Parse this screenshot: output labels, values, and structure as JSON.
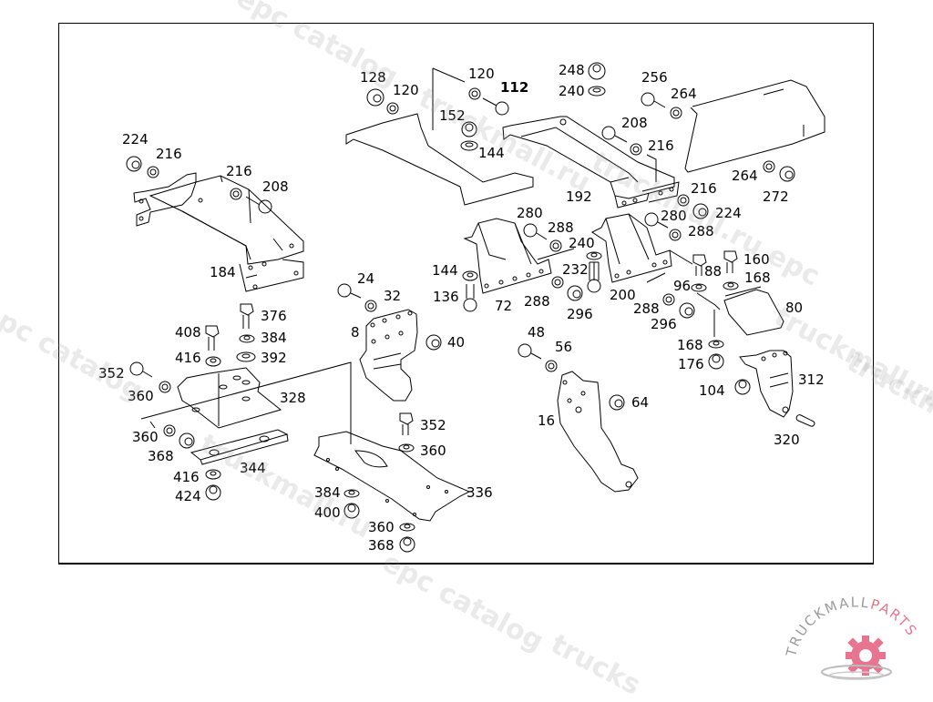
{
  "diagram": {
    "type": "exploded parts diagram",
    "subject": "engine/transmission mounting brackets and cross members",
    "callouts": [
      {
        "id": "c224a",
        "text": "224"
      },
      {
        "id": "c216a",
        "text": "216"
      },
      {
        "id": "c216b",
        "text": "216"
      },
      {
        "id": "c208a",
        "text": "208"
      },
      {
        "id": "c184",
        "text": "184"
      },
      {
        "id": "c128",
        "text": "128"
      },
      {
        "id": "c120a",
        "text": "120"
      },
      {
        "id": "c120b",
        "text": "120"
      },
      {
        "id": "c112",
        "text": "112"
      },
      {
        "id": "c152",
        "text": "152"
      },
      {
        "id": "c144a",
        "text": "144"
      },
      {
        "id": "c248",
        "text": "248"
      },
      {
        "id": "c240a",
        "text": "240"
      },
      {
        "id": "c256",
        "text": "256"
      },
      {
        "id": "c264a",
        "text": "264"
      },
      {
        "id": "c208b",
        "text": "208"
      },
      {
        "id": "c216c",
        "text": "216"
      },
      {
        "id": "c192",
        "text": "192"
      },
      {
        "id": "c264b",
        "text": "264"
      },
      {
        "id": "c272",
        "text": "272"
      },
      {
        "id": "c216d",
        "text": "216"
      },
      {
        "id": "c224b",
        "text": "224"
      },
      {
        "id": "c280a",
        "text": "280"
      },
      {
        "id": "c288a",
        "text": "288"
      },
      {
        "id": "c240b",
        "text": "240"
      },
      {
        "id": "c280b",
        "text": "280"
      },
      {
        "id": "c288b",
        "text": "288"
      },
      {
        "id": "c160",
        "text": "160"
      },
      {
        "id": "c144b",
        "text": "144"
      },
      {
        "id": "c232",
        "text": "232"
      },
      {
        "id": "c88",
        "text": "88"
      },
      {
        "id": "c168a",
        "text": "168"
      },
      {
        "id": "c136",
        "text": "136"
      },
      {
        "id": "c72",
        "text": "72"
      },
      {
        "id": "c288c",
        "text": "288"
      },
      {
        "id": "c296a",
        "text": "296"
      },
      {
        "id": "c200",
        "text": "200"
      },
      {
        "id": "c288d",
        "text": "288"
      },
      {
        "id": "c96",
        "text": "96"
      },
      {
        "id": "c296b",
        "text": "296"
      },
      {
        "id": "c80",
        "text": "80"
      },
      {
        "id": "c24",
        "text": "24"
      },
      {
        "id": "c32",
        "text": "32"
      },
      {
        "id": "c376",
        "text": "376"
      },
      {
        "id": "c408",
        "text": "408"
      },
      {
        "id": "c384a",
        "text": "384"
      },
      {
        "id": "c8",
        "text": "8"
      },
      {
        "id": "c40",
        "text": "40"
      },
      {
        "id": "c416a",
        "text": "416"
      },
      {
        "id": "c392",
        "text": "392"
      },
      {
        "id": "c352a",
        "text": "352"
      },
      {
        "id": "c360a",
        "text": "360"
      },
      {
        "id": "c328",
        "text": "328"
      },
      {
        "id": "c48",
        "text": "48"
      },
      {
        "id": "c56",
        "text": "56"
      },
      {
        "id": "c168b",
        "text": "168"
      },
      {
        "id": "c176",
        "text": "176"
      },
      {
        "id": "c312",
        "text": "312"
      },
      {
        "id": "c104",
        "text": "104"
      },
      {
        "id": "c64",
        "text": "64"
      },
      {
        "id": "c16",
        "text": "16"
      },
      {
        "id": "c352b",
        "text": "352"
      },
      {
        "id": "c360b",
        "text": "360"
      },
      {
        "id": "c368a",
        "text": "368"
      },
      {
        "id": "c360c",
        "text": "360"
      },
      {
        "id": "c344",
        "text": "344"
      },
      {
        "id": "c320",
        "text": "320"
      },
      {
        "id": "c416b",
        "text": "416"
      },
      {
        "id": "c424",
        "text": "424"
      },
      {
        "id": "c336",
        "text": "336"
      },
      {
        "id": "c384b",
        "text": "384"
      },
      {
        "id": "c400",
        "text": "400"
      },
      {
        "id": "c360d",
        "text": "360"
      },
      {
        "id": "c368b",
        "text": "368"
      }
    ]
  },
  "watermarks": [
    "epc catalog",
    "truckmall.ru",
    "epc catalog",
    "truckmall.ru epc",
    "epc catalog",
    "truckmall.ru",
    "epc catalog",
    "truckmall.ru e",
    "trucks"
  ],
  "logo": {
    "brand_part1": "TRUCKMALL",
    "brand_part2": "PARTS",
    "accent_color": "#e8758f",
    "gray_color": "#9a9a9a"
  }
}
